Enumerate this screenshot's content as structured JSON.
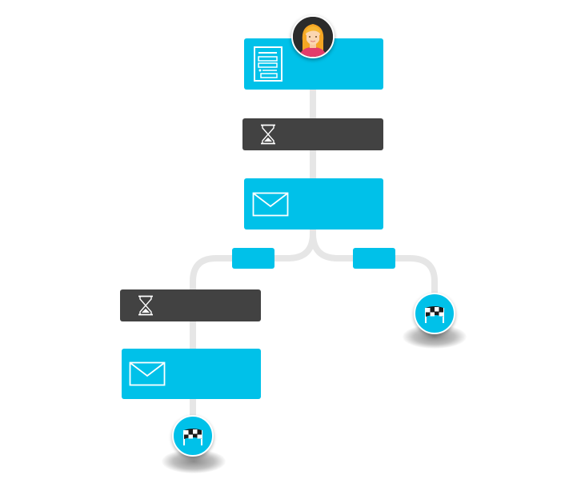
{
  "diagram": {
    "colors": {
      "action_block": "#00c1e9",
      "wait_block": "#424242",
      "connector": "#e6e6e6",
      "icon_stroke": "#ffffff"
    },
    "nodes": [
      {
        "id": "trigger",
        "kind": "action",
        "icon": "form-icon",
        "label": ""
      },
      {
        "id": "wait-1",
        "kind": "wait",
        "icon": "hourglass-icon",
        "label": ""
      },
      {
        "id": "email-1",
        "kind": "action",
        "icon": "envelope-icon",
        "label": ""
      },
      {
        "id": "branch-left",
        "kind": "branch",
        "label": ""
      },
      {
        "id": "branch-right",
        "kind": "branch",
        "label": ""
      },
      {
        "id": "wait-2",
        "kind": "wait",
        "icon": "hourglass-icon",
        "label": ""
      },
      {
        "id": "email-2",
        "kind": "action",
        "icon": "envelope-icon",
        "label": ""
      },
      {
        "id": "end-right",
        "kind": "end",
        "icon": "checkered-flag-icon"
      },
      {
        "id": "end-left",
        "kind": "end",
        "icon": "checkered-flag-icon"
      }
    ],
    "avatar": {
      "icon": "user-avatar-icon"
    }
  }
}
